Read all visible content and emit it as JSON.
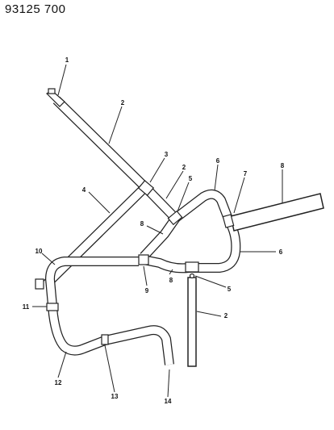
{
  "figure_id": "93125  700",
  "callouts": [
    "1",
    "2",
    "3",
    "2",
    "5",
    "6",
    "7",
    "8",
    "4",
    "8",
    "10",
    "6",
    "9",
    "8",
    "5",
    "11",
    "2",
    "12",
    "13",
    "14"
  ]
}
